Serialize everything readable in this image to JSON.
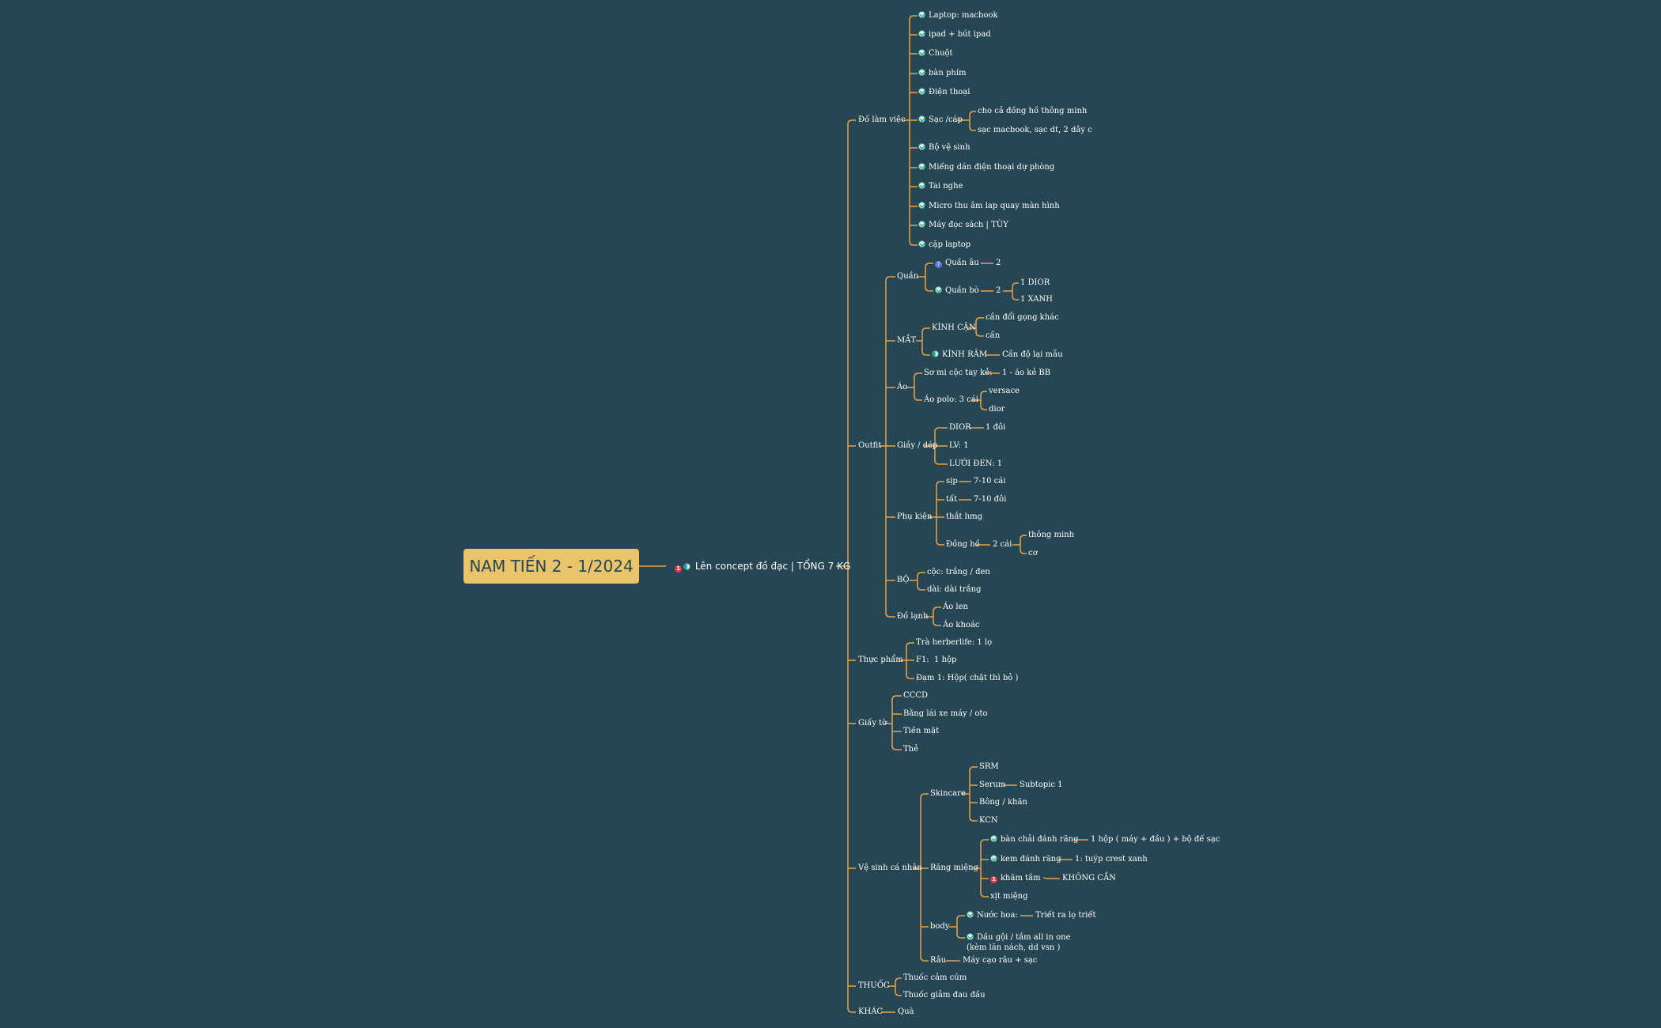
{
  "colors": {
    "background": "#264653",
    "root_fill": "#e9c46a",
    "root_text": "#264653",
    "branch_line": "#e9a04a",
    "text": "#ffffff",
    "done_icon": "#2a9d8f",
    "priority_icon": "#e63946",
    "question_icon": "#5b7de1"
  },
  "root": {
    "title": "NAM TIẾN 2 - 1/2024"
  },
  "main": {
    "title": "Lên concept đồ đạc | TỔNG 7 KG",
    "icons": [
      "priority-1-icon",
      "progress-half-icon"
    ]
  },
  "branches": [
    {
      "label": "Đồ làm việc",
      "items": [
        {
          "label": "Laptop: macbook",
          "icon": "done"
        },
        {
          "label": "ipad + bút ipad",
          "icon": "done"
        },
        {
          "label": "Chuột",
          "icon": "done"
        },
        {
          "label": "bàn phím",
          "icon": "done"
        },
        {
          "label": "Điện thoại",
          "icon": "done"
        },
        {
          "label": "Sạc /cáp",
          "icon": "done",
          "children": [
            "cho cả đồng hồ thông minh",
            "sạc macbook, sạc dt, 2 dây c"
          ]
        },
        {
          "label": "Bộ vệ sinh",
          "icon": "done"
        },
        {
          "label": "Miếng dán điện thoại dự phòng",
          "icon": "done"
        },
        {
          "label": "Tai nghe",
          "icon": "done"
        },
        {
          "label": "Micro thu âm lap quay màn hình",
          "icon": "done"
        },
        {
          "label": "Máy đọc sách | TÙY",
          "icon": "done"
        },
        {
          "label": "cặp laptop",
          "icon": "done"
        }
      ]
    },
    {
      "label": "Outfit",
      "groups": [
        {
          "label": "Quần",
          "items": [
            {
              "label": "Quần âu",
              "icon": "question",
              "children": [
                "2"
              ]
            },
            {
              "label": "Quần bò",
              "icon": "done",
              "children": [
                "2",
                "1 DIOR",
                "1 XANH"
              ]
            }
          ]
        },
        {
          "label": "MẮT",
          "items": [
            {
              "label": "KÍNH CẬN",
              "children": [
                "cần đổi gọng khác",
                "cần"
              ]
            },
            {
              "label": "KÍNH RÂM",
              "icon": "half",
              "children": [
                "Cần độ lại mẫu"
              ]
            }
          ]
        },
        {
          "label": "Áo",
          "items": [
            {
              "label": "Sơ mi cộc tay kẻ:",
              "children": [
                "1 - áo kẻ BB"
              ]
            },
            {
              "label": "Áo polo: 3 cái",
              "children": [
                "versace",
                "dior"
              ]
            }
          ]
        },
        {
          "label": "Giầy / dép",
          "items": [
            {
              "label": "DIOR",
              "children": [
                "1 đôi"
              ]
            },
            {
              "label": "LV: 1"
            },
            {
              "label": "LƯỚI ĐEN: 1"
            }
          ]
        },
        {
          "label": "Phụ kiện",
          "items": [
            {
              "label": "sịp",
              "children": [
                "7-10 cái"
              ]
            },
            {
              "label": "tất",
              "children": [
                "7-10 đôi"
              ]
            },
            {
              "label": "thắt lưng"
            },
            {
              "label": "Đồng hồ",
              "children": [
                "2 cái",
                "thông minh",
                "cơ"
              ]
            }
          ]
        },
        {
          "label": "BỘ",
          "items": [
            {
              "label": "cộc: trắng / đen"
            },
            {
              "label": "dài: dài trắng"
            }
          ]
        },
        {
          "label": "Đồ lạnh",
          "items": [
            {
              "label": "Áo len"
            },
            {
              "label": "Áo khoác"
            }
          ]
        }
      ]
    },
    {
      "label": "Thực phẩm",
      "items": [
        "Trà herberlife: 1 lọ",
        "F1:  1 hộp",
        "Đạm 1: Hộp( chật thì bỏ )"
      ]
    },
    {
      "label": "Giấy tờ",
      "items": [
        "CCCD",
        "Bằng lái xe máy / oto",
        "Tiền mặt",
        "Thẻ"
      ]
    },
    {
      "label": "Vệ sinh cá nhân",
      "groups": [
        {
          "label": "Skincare",
          "items": [
            "SRM",
            "Serum",
            "Subtopic 1",
            "Bông / khăn",
            "KCN"
          ]
        },
        {
          "label": "Răng miệng",
          "items": [
            {
              "label": "bàn chải đánh răng",
              "icon": "done",
              "children": [
                "1 hộp ( máy + đầu ) + bộ đế sạc"
              ]
            },
            {
              "label": "kem đánh răng",
              "icon": "done",
              "children": [
                "1: tuýp crest xanh"
              ]
            },
            {
              "label": "khăm tắm -",
              "icon": "priority",
              "children": [
                "KHÔNG CẦN"
              ]
            },
            {
              "label": "xịt miệng"
            }
          ]
        },
        {
          "label": "body",
          "items": [
            {
              "label": "Nước hoa:",
              "icon": "done",
              "children": [
                "Triết ra lọ triết"
              ]
            },
            {
              "label": "Dầu gội / tắm all in one\n(kèm lăn nách, dd vsn )",
              "icon": "done"
            }
          ]
        },
        {
          "label": "Râu",
          "items": [
            "Máy cạo râu + sạc"
          ]
        }
      ]
    },
    {
      "label": "THUỐC",
      "items": [
        "Thuốc cảm cúm",
        "Thuốc giảm đau đầu"
      ]
    },
    {
      "label": "KHÁC",
      "items": [
        "Quà"
      ]
    }
  ]
}
